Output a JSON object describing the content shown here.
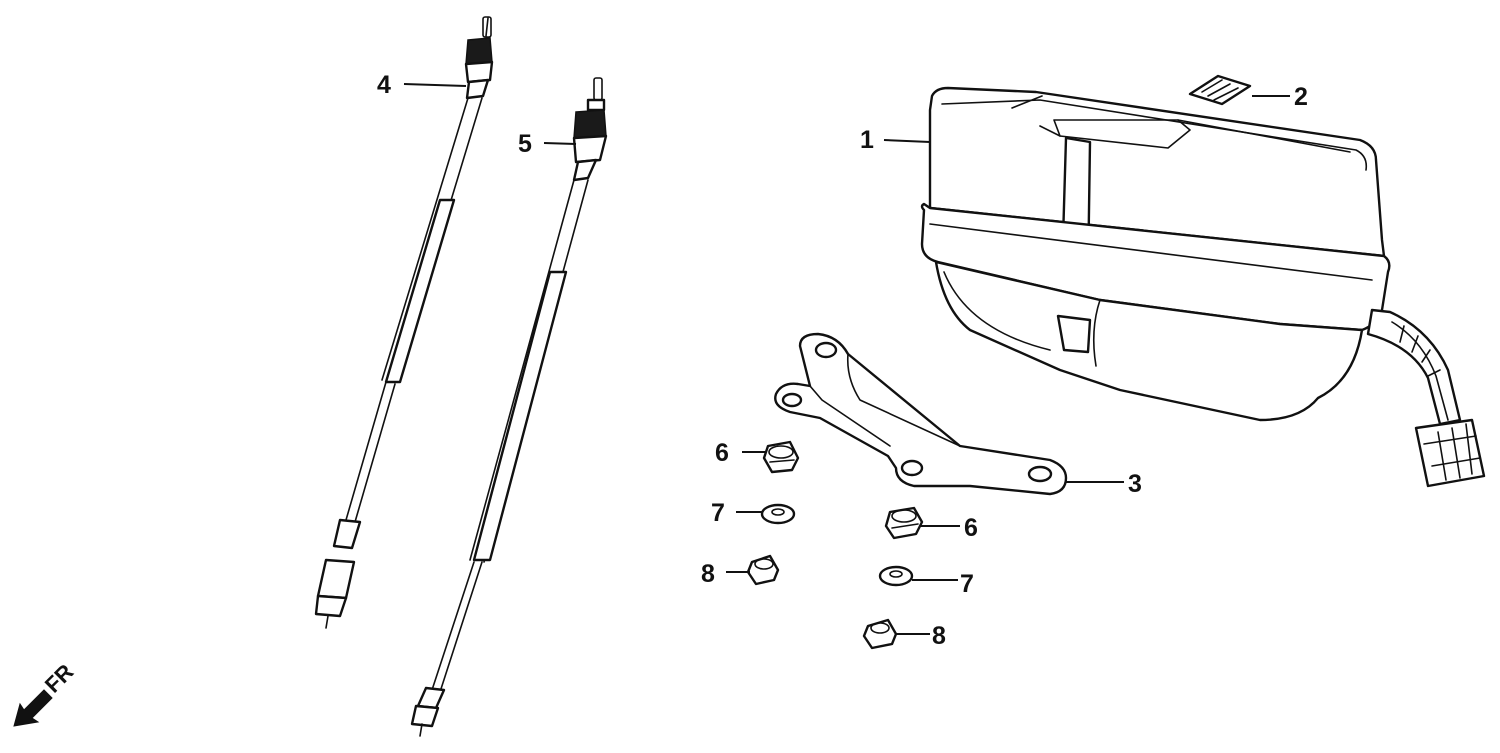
{
  "callouts": {
    "part_1": "1",
    "part_2": "2",
    "part_3": "3",
    "part_4": "4",
    "part_5": "5",
    "part_6_left": "6",
    "part_6_right": "6",
    "part_7_left": "7",
    "part_7_right": "7",
    "part_8_left": "8",
    "part_8_right": "8"
  },
  "direction": {
    "label": "FR",
    "icon": "front-direction-arrow-icon"
  }
}
